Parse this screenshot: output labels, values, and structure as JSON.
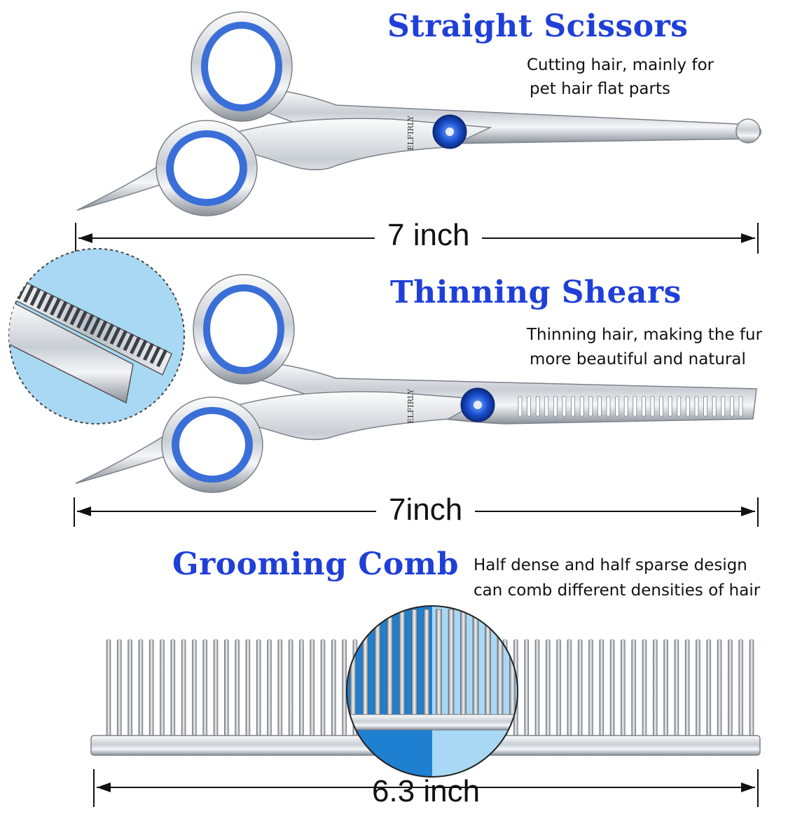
{
  "straight": {
    "title": "Straight Scissors",
    "desc_line1": "Cutting hair, mainly for",
    "desc_line2": "pet hair flat parts",
    "brand": "ELFIRLY",
    "dimension": "7 inch"
  },
  "thinning": {
    "title": "Thinning Shears",
    "desc_line1": "Thinning hair, making the fur",
    "desc_line2": "more beautiful and natural",
    "brand": "ELFIRLY",
    "dimension": "7inch"
  },
  "comb": {
    "title": "Grooming Comb",
    "desc_line1": "Half dense and half sparse design",
    "desc_line2": "can comb different densities of hair",
    "dimension": "6.3 inch"
  },
  "colors": {
    "title_blue": "#1f3fd8",
    "ring_blue": "#3a6fd8",
    "zoom_bg": "#a8d8f4",
    "zoom_dark": "#1f7fd0",
    "steel_light": "#f2f4f6",
    "steel_dark": "#8a9099"
  },
  "icons": [
    "straight-scissors-icon",
    "thinning-shears-icon",
    "grooming-comb-icon",
    "teeth-zoom-icon",
    "comb-zoom-icon"
  ]
}
